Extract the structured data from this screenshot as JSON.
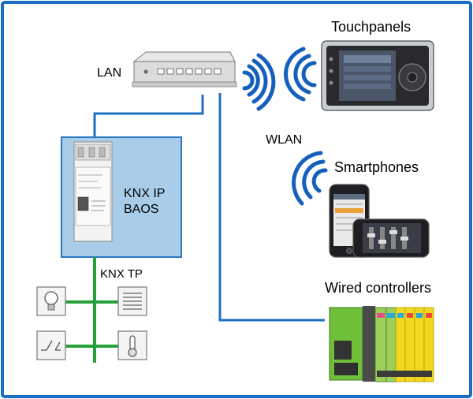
{
  "labels": {
    "lan": "LAN",
    "wlan": "WLAN",
    "knx_ip_baos_line1": "KNX IP",
    "knx_ip_baos_line2": "BAOS",
    "knx_tp": "KNX TP",
    "touchpanels": "Touchpanels",
    "smartphones": "Smartphones",
    "wired_controllers": "Wired controllers"
  },
  "colors": {
    "frame_border": "#1a6fc4",
    "lan_link": "#1d6fc0",
    "knx_bus": "#27a23a",
    "baos_panel": "#a9cde8",
    "wifi_arcs": "#1560bd"
  },
  "icons": [
    "router",
    "knx-ip-baos-device",
    "touchpanel",
    "smartphone",
    "wired-controller",
    "lamp-sensor",
    "blinds-actuator",
    "switch-actuator",
    "thermostat-sensor",
    "wifi-signal"
  ]
}
